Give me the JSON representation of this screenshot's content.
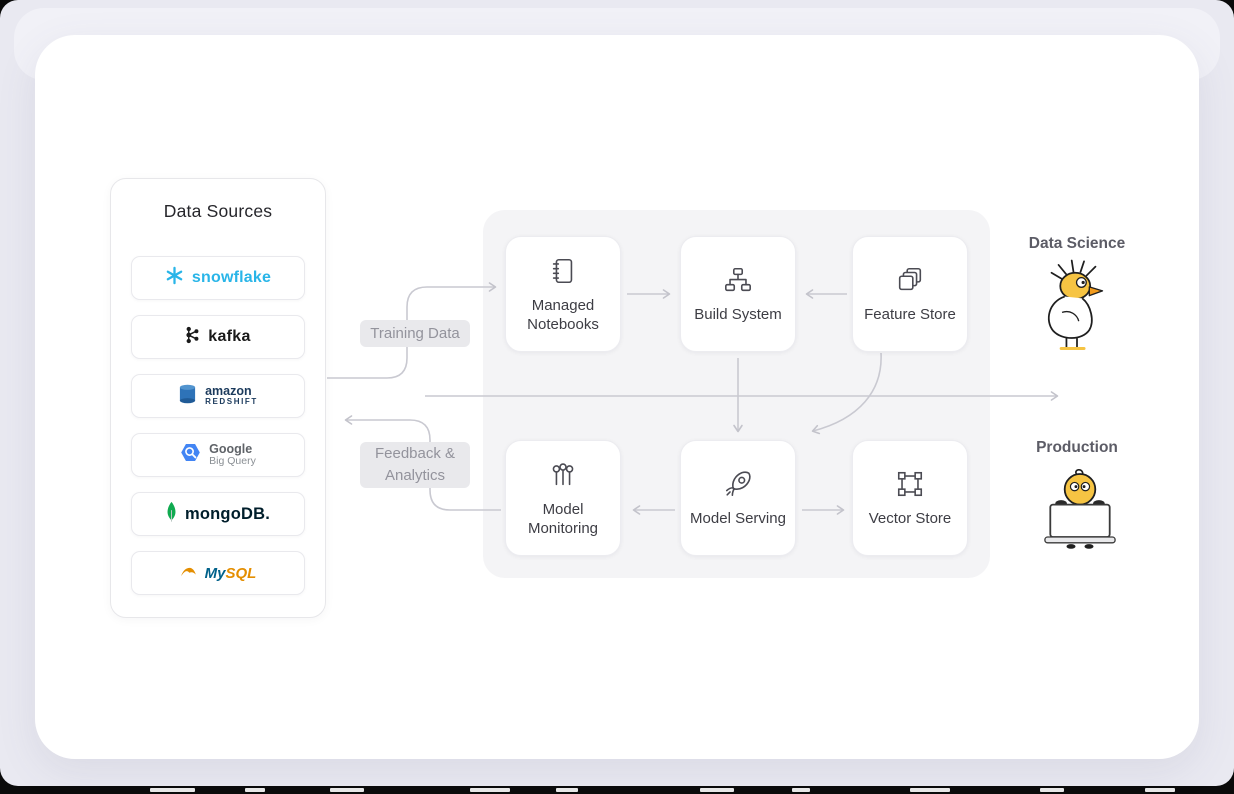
{
  "data_sources": {
    "title": "Data Sources",
    "items": [
      {
        "name": "Snowflake",
        "label": "snowflake"
      },
      {
        "name": "Kafka",
        "label": "kafka"
      },
      {
        "name": "Amazon Redshift",
        "line1": "amazon",
        "line2": "REDSHIFT"
      },
      {
        "name": "Google BigQuery",
        "line1": "Google",
        "line2": "Big Query"
      },
      {
        "name": "MongoDB",
        "label": "mongoDB."
      },
      {
        "name": "MySQL",
        "label_prefix": "My",
        "label_suffix": "SQL"
      }
    ]
  },
  "pipeline": {
    "nodes": [
      {
        "id": "managed-notebooks",
        "label": "Managed Notebooks"
      },
      {
        "id": "build-system",
        "label": "Build System"
      },
      {
        "id": "feature-store",
        "label": "Feature Store"
      },
      {
        "id": "model-monitoring",
        "label": "Model Monitoring"
      },
      {
        "id": "model-serving",
        "label": "Model Serving"
      },
      {
        "id": "vector-store",
        "label": "Vector Store"
      }
    ]
  },
  "flow_labels": {
    "training_data": "Training Data",
    "feedback_analytics": "Feedback & Analytics"
  },
  "personas": {
    "data_science": "Data Science",
    "production": "Production"
  },
  "colors": {
    "snowflake_blue": "#29B5E8",
    "kafka_black": "#1A1A1A",
    "redshift_navy": "#1B3A5C",
    "bigquery_blue": "#4285F4",
    "mongodb_green": "#10AA50",
    "mongodb_text": "#001E2B",
    "mysql_navy": "#00618A",
    "mysql_orange": "#E48E00",
    "duck_yellow": "#F6C443",
    "arrow_gray": "#C7C7CF"
  }
}
